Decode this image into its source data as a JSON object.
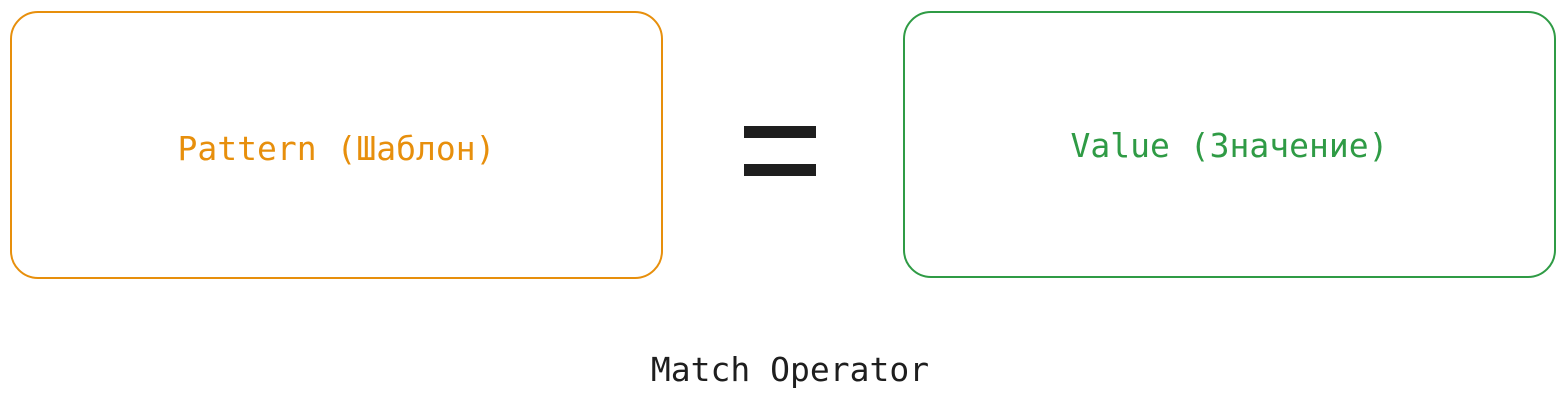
{
  "pattern": {
    "label": "Pattern (Шаблон)",
    "color": "#e78f0c"
  },
  "operator": {
    "symbol": "="
  },
  "value": {
    "label": "Value (Значение)",
    "color": "#2f9b45"
  },
  "caption": "Match Operator"
}
